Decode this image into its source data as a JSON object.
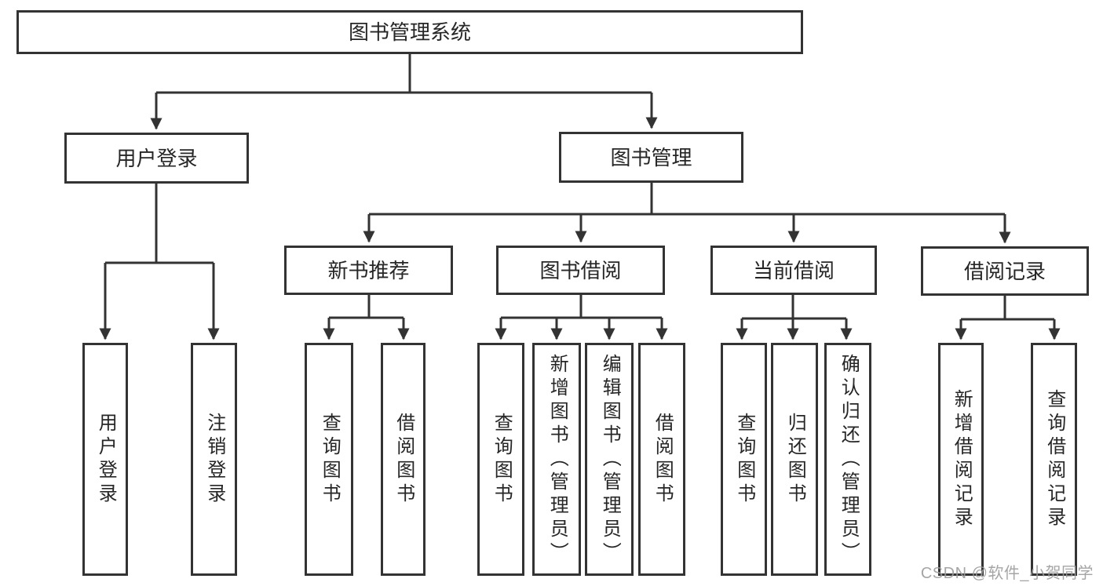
{
  "diagram": {
    "root": {
      "label": "图书管理系统"
    },
    "user_branch": {
      "label": "用户登录",
      "children": [
        {
          "label": "用户登录"
        },
        {
          "label": "注销登录"
        }
      ]
    },
    "book_branch": {
      "label": "图书管理",
      "groups": [
        {
          "label": "新书推荐",
          "children": [
            {
              "label": "查询图书"
            },
            {
              "label": "借阅图书"
            }
          ]
        },
        {
          "label": "图书借阅",
          "children": [
            {
              "label": "查询图书"
            },
            {
              "label": "新增图书（管理员）"
            },
            {
              "label": "编辑图书（管理员）"
            },
            {
              "label": "借阅图书"
            }
          ]
        },
        {
          "label": "当前借阅",
          "children": [
            {
              "label": "查询图书"
            },
            {
              "label": "归还图书"
            },
            {
              "label": "确认归还（管理员）"
            }
          ]
        },
        {
          "label": "借阅记录",
          "children": [
            {
              "label": "新增借阅记录"
            },
            {
              "label": "查询借阅记录"
            }
          ]
        }
      ]
    }
  },
  "watermark": {
    "text": "CSDN @软件_小贺同学"
  },
  "colors": {
    "line": "#333333",
    "text": "#262626",
    "watermark": "#9c9c9c",
    "background": "#ffffff"
  }
}
